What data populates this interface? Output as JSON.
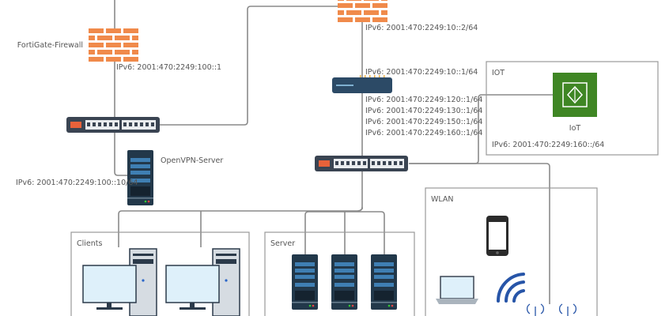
{
  "colors": {
    "firewall": "#f08a4b",
    "device_dark": "#2b3a4a",
    "iot_green": "#3f8624",
    "wifi_blue": "#2755a8",
    "port_orange": "#e8623a"
  },
  "nodes": {
    "fortigate": {
      "label": "FortiGate-Firewall",
      "ipv6": "IPv6: 2001:470:2249:100::1",
      "icon": "firewall-icon"
    },
    "openvpn": {
      "label": "OpenVPN-Server",
      "ipv6": "IPv6: 2001:470:2249:100::10/64",
      "icon": "server-icon"
    },
    "edge_firewall": {
      "ipv6": "IPv6: 2001:470:2249:10::2/64",
      "icon": "firewall-icon"
    },
    "router": {
      "ipv6_uplink": "IPv6: 2001:470:2249:10::1/64",
      "ipv6_interfaces": [
        "IPv6: 2001:470:2249:120::1/64",
        "IPv6: 2001:470:2249:130::1/64",
        "IPv6: 2001:470:2249:150::1/64",
        "IPv6: 2001:470:2249:160::1/64"
      ],
      "icon": "router-icon"
    }
  },
  "groups": {
    "iot": {
      "title": "IOT",
      "device_label": "IoT",
      "ipv6": "IPv6: 2001:470:2249:160::/64"
    },
    "wlan": {
      "title": "WLAN"
    },
    "clients": {
      "title": "Clients"
    },
    "server": {
      "title": "Server"
    }
  }
}
